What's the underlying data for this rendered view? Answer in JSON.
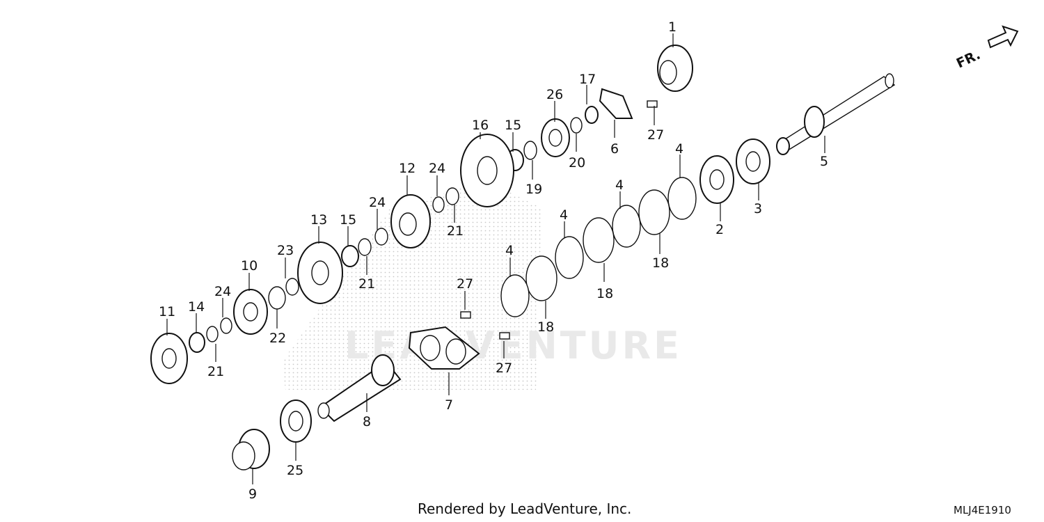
{
  "diagram": {
    "watermark_text": "LEADVENTURE",
    "direction_label": "FR.",
    "footer_text": "Rendered by LeadVenture, Inc.",
    "diagram_code": "MLJ4E1910",
    "callouts": [
      {
        "id": "c1",
        "text": "1"
      },
      {
        "id": "c17",
        "text": "17"
      },
      {
        "id": "c26",
        "text": "26"
      },
      {
        "id": "c16",
        "text": "16"
      },
      {
        "id": "c15a",
        "text": "15"
      },
      {
        "id": "c27a",
        "text": "27"
      },
      {
        "id": "c6",
        "text": "6"
      },
      {
        "id": "c20",
        "text": "20"
      },
      {
        "id": "c19",
        "text": "19"
      },
      {
        "id": "c5",
        "text": "5"
      },
      {
        "id": "c4a",
        "text": "4"
      },
      {
        "id": "c3",
        "text": "3"
      },
      {
        "id": "c2",
        "text": "2"
      },
      {
        "id": "c12",
        "text": "12"
      },
      {
        "id": "c24a",
        "text": "24"
      },
      {
        "id": "c21a",
        "text": "21"
      },
      {
        "id": "c4b",
        "text": "4"
      },
      {
        "id": "c18a",
        "text": "18"
      },
      {
        "id": "c4c",
        "text": "4"
      },
      {
        "id": "c18b",
        "text": "18"
      },
      {
        "id": "c13",
        "text": "13"
      },
      {
        "id": "c15b",
        "text": "15"
      },
      {
        "id": "c24b",
        "text": "24"
      },
      {
        "id": "c21b",
        "text": "21"
      },
      {
        "id": "c4d",
        "text": "4"
      },
      {
        "id": "c18c",
        "text": "18"
      },
      {
        "id": "c10",
        "text": "10"
      },
      {
        "id": "c23",
        "text": "23"
      },
      {
        "id": "c27b",
        "text": "27"
      },
      {
        "id": "c11",
        "text": "11"
      },
      {
        "id": "c14",
        "text": "14"
      },
      {
        "id": "c24c",
        "text": "24"
      },
      {
        "id": "c22",
        "text": "22"
      },
      {
        "id": "c21c",
        "text": "21"
      },
      {
        "id": "c27c",
        "text": "27"
      },
      {
        "id": "c7",
        "text": "7"
      },
      {
        "id": "c8",
        "text": "8"
      },
      {
        "id": "c25",
        "text": "25"
      },
      {
        "id": "c9",
        "text": "9"
      }
    ]
  }
}
